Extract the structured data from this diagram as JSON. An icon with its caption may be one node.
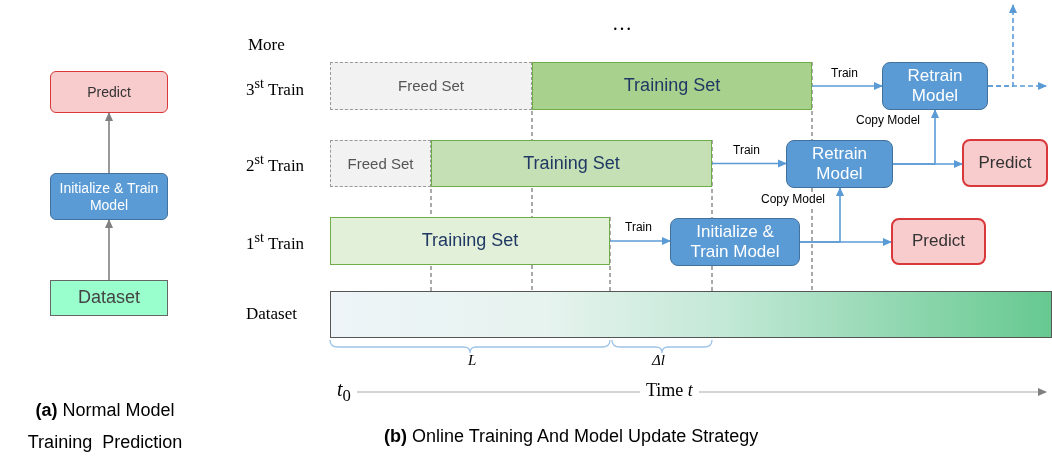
{
  "diagram": {
    "nodes": [
      {
        "text": [
          "Predict"
        ]
      },
      {
        "text": [
          "Initialize & Train Model"
        ]
      },
      {
        "text": [
          "Dataset"
        ]
      },
      {
        "text": [
          "Freed Set"
        ]
      },
      {
        "text": [
          "Training Set"
        ]
      },
      {
        "text": [
          "Freed Set"
        ]
      },
      {
        "text": [
          "Training Set"
        ]
      },
      {
        "text": [
          "Training Set"
        ]
      },
      {
        "text": [
          "Initialize & Train Model"
        ]
      },
      {
        "text": [
          "Retrain Model"
        ]
      },
      {
        "text": [
          "Retrain Model"
        ]
      },
      {
        "text": [
          "Predict"
        ]
      },
      {
        "text": [
          "Predict"
        ]
      },
      {
        "text": [],
        "shape": "bar",
        "beside": [
          "Dataset"
        ]
      }
    ],
    "edges": [
      {
        "from": 2,
        "to": 1,
        "arrow": "to",
        "color": "#808080"
      },
      {
        "from": 1,
        "to": 0,
        "arrow": "to",
        "color": "#808080"
      },
      {
        "from": 7,
        "to": 8,
        "arrow": "to",
        "label": "Train"
      },
      {
        "from": 6,
        "to": 9,
        "arrow": "to",
        "label": "Train"
      },
      {
        "from": 4,
        "to": 10,
        "arrow": "to",
        "label": "Train"
      },
      {
        "from": 8,
        "to": 12,
        "arrow": "to"
      },
      {
        "from": 8,
        "to": 9,
        "arrow": "to",
        "label": "Copy Model"
      },
      {
        "from": 9,
        "to": 11,
        "arrow": "to"
      },
      {
        "from": 9,
        "to": 10,
        "arrow": "to",
        "label": "Copy Model"
      },
      {
        "from": 10,
        "to": null,
        "arrow": "to",
        "style": "dashed"
      },
      {
        "from": 10,
        "to": null,
        "arrow": "to",
        "style": "dashed"
      }
    ],
    "labels": [
      "…",
      "More",
      "3$^{st}$ Train",
      "2$^{st}$ Train",
      "1$^{st}$ Train",
      "*L*",
      "Δl",
      "*t*$_{0}$",
      "Time *t*",
      "**(a)** Normal Model Training  Prediction",
      "**(b)** Online Training And Model Update Strategy"
    ]
  }
}
